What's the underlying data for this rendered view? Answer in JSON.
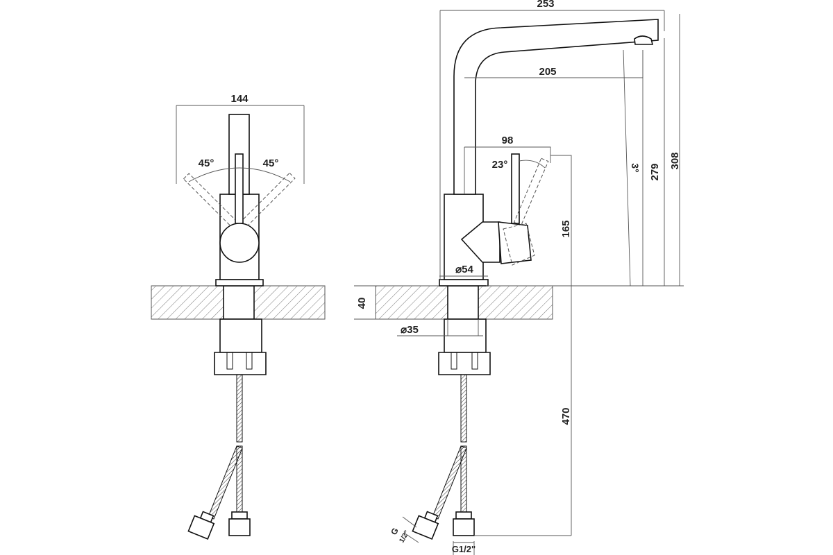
{
  "front_view": {
    "width_label": "144",
    "angle_left": "45°",
    "angle_right": "45°"
  },
  "side_view": {
    "reach_label": "253",
    "spout_label": "205",
    "lever_label": "98",
    "lever_angle": "23°",
    "spout_angle": "3°",
    "height_279": "279",
    "height_308": "308",
    "height_165": "165",
    "body_diameter": "⌀54",
    "counter_thickness": "40",
    "hole_diameter": "⌀35",
    "hose_length": "470",
    "hose_thread_left_g": "G",
    "hose_thread_left_frac": "1/2\"",
    "hose_thread_right": "G1/2\""
  }
}
